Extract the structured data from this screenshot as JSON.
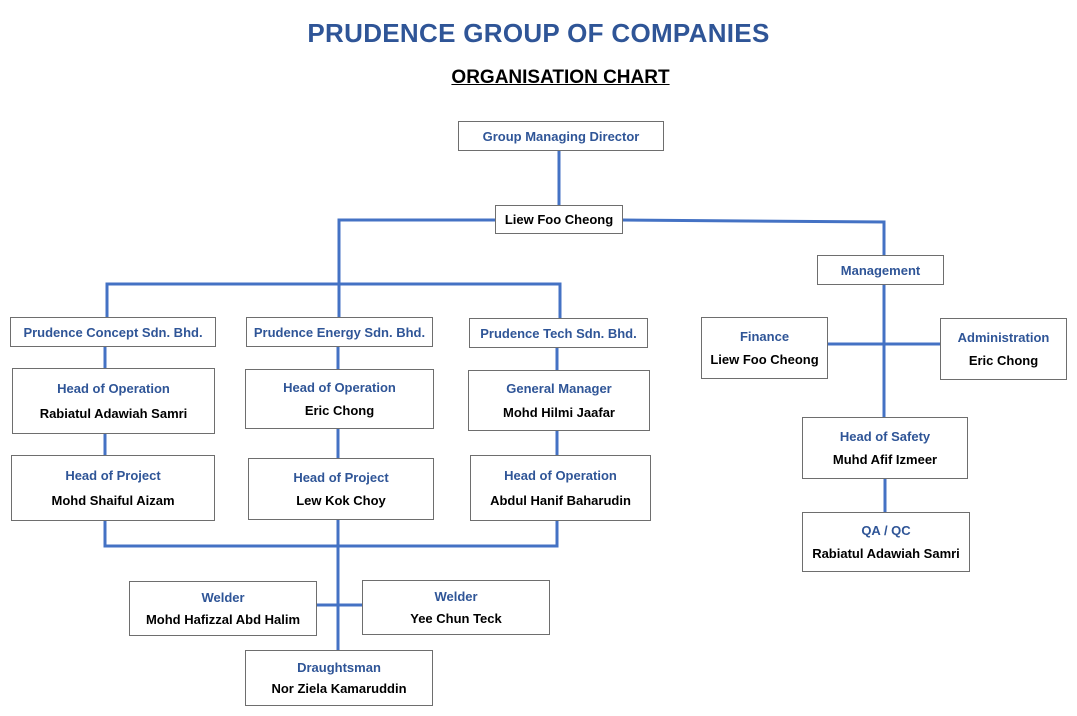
{
  "header": {
    "title": "PRUDENCE GROUP OF COMPANIES",
    "subtitle": "ORGANISATION CHART"
  },
  "colors": {
    "accent": "#2f5597",
    "connector": "#4472c4",
    "border": "#6e6e6e"
  },
  "nodes": {
    "gmd_title": {
      "role": "Group Managing Director"
    },
    "gmd_name": {
      "name": "Liew Foo Cheong"
    },
    "management": {
      "role": "Management"
    },
    "finance": {
      "role": "Finance",
      "name": "Liew Foo Cheong"
    },
    "administration": {
      "role": "Administration",
      "name": "Eric Chong"
    },
    "head_of_safety": {
      "role": "Head of Safety",
      "name": "Muhd Afif Izmeer"
    },
    "qa_qc": {
      "role": "QA / QC",
      "name": "Rabiatul Adawiah Samri"
    },
    "concept": {
      "role": "Prudence Concept Sdn. Bhd."
    },
    "energy": {
      "role": "Prudence Energy Sdn. Bhd."
    },
    "tech": {
      "role": "Prudence Tech Sdn. Bhd."
    },
    "concept_hoo": {
      "role": "Head of Operation",
      "name": "Rabiatul Adawiah Samri"
    },
    "concept_hop": {
      "role": "Head of Project",
      "name": "Mohd Shaiful Aizam"
    },
    "energy_hoo": {
      "role": "Head of Operation",
      "name": "Eric Chong"
    },
    "energy_hop": {
      "role": "Head of Project",
      "name": "Lew Kok Choy"
    },
    "tech_gm": {
      "role": "General Manager",
      "name": "Mohd Hilmi Jaafar"
    },
    "tech_hoo": {
      "role": "Head of Operation",
      "name": "Abdul Hanif Baharudin"
    },
    "welder_1": {
      "role": "Welder",
      "name": "Mohd Hafizzal Abd Halim"
    },
    "welder_2": {
      "role": "Welder",
      "name": "Yee Chun Teck"
    },
    "draughtsman": {
      "role": "Draughtsman",
      "name": "Nor Ziela Kamaruddin"
    }
  }
}
